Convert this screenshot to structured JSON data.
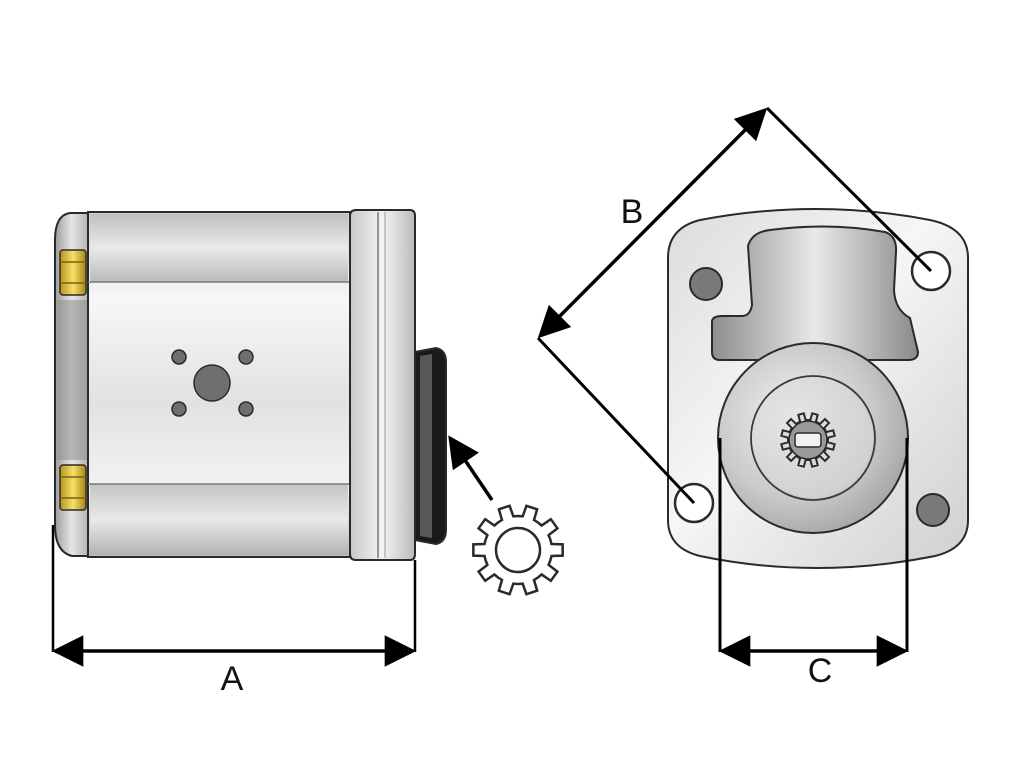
{
  "dimensions": {
    "a": {
      "label": "A"
    },
    "b": {
      "label": "B"
    },
    "c": {
      "label": "C"
    }
  },
  "colors": {
    "outline": "#2a2a2a",
    "dimension_line": "#000000",
    "metal_light": "#f4f4f4",
    "metal_mid": "#d6d6d6",
    "metal_dark": "#a8a8a8",
    "hole_dark": "#6f6f6f",
    "fitting_brass": "#e3c23a",
    "seal_black": "#1a1a1a"
  },
  "icons": {
    "spline_detail": "gear-icon"
  }
}
